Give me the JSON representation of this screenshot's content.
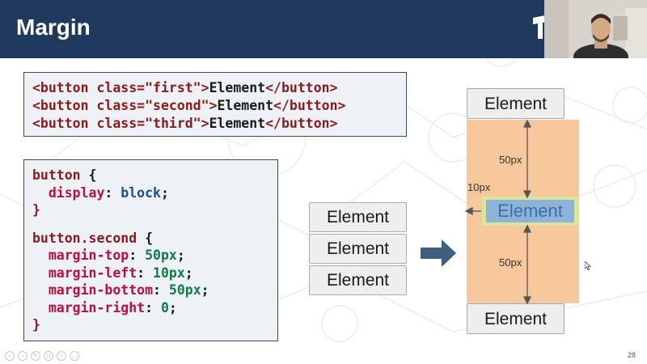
{
  "slide": {
    "title": "Margin",
    "page_number": "28"
  },
  "html_code": {
    "lines": [
      {
        "open": "<button class=",
        "cls": "\"first\"",
        "close": ">",
        "text": "Element",
        "end": "</button>"
      },
      {
        "open": "<button class=",
        "cls": "\"second\"",
        "close": ">",
        "text": "Element",
        "end": "</button>"
      },
      {
        "open": "<button class=",
        "cls": "\"third\"",
        "close": ">",
        "text": "Element",
        "end": "</button>"
      }
    ]
  },
  "css_code": {
    "rule1_selector": "button",
    "rule1_open": " {",
    "rule1_prop": "display",
    "rule1_value": "block",
    "rule1_close": "}",
    "rule2_selector": "button.second",
    "rule2_open": " {",
    "rule2_decls": [
      {
        "prop": "margin-top",
        "value": "50px"
      },
      {
        "prop": "margin-left",
        "value": "10px"
      },
      {
        "prop": "margin-bottom",
        "value": "50px"
      },
      {
        "prop": "margin-right",
        "value": "0"
      }
    ],
    "rule2_close": "}"
  },
  "before": {
    "buttons": [
      "Element",
      "Element",
      "Element"
    ]
  },
  "after": {
    "top_button": "Element",
    "middle_button": "Element",
    "bottom_button": "Element",
    "margin_top_label": "50px",
    "margin_left_label": "10px",
    "margin_bottom_label": "50px"
  },
  "colors": {
    "header": "#1f3a5c",
    "margin_area": "#f6c89b",
    "highlight_border": "#d7e69a",
    "highlight_fill": "#8fb3d6",
    "arrow": "#3f5f80"
  }
}
